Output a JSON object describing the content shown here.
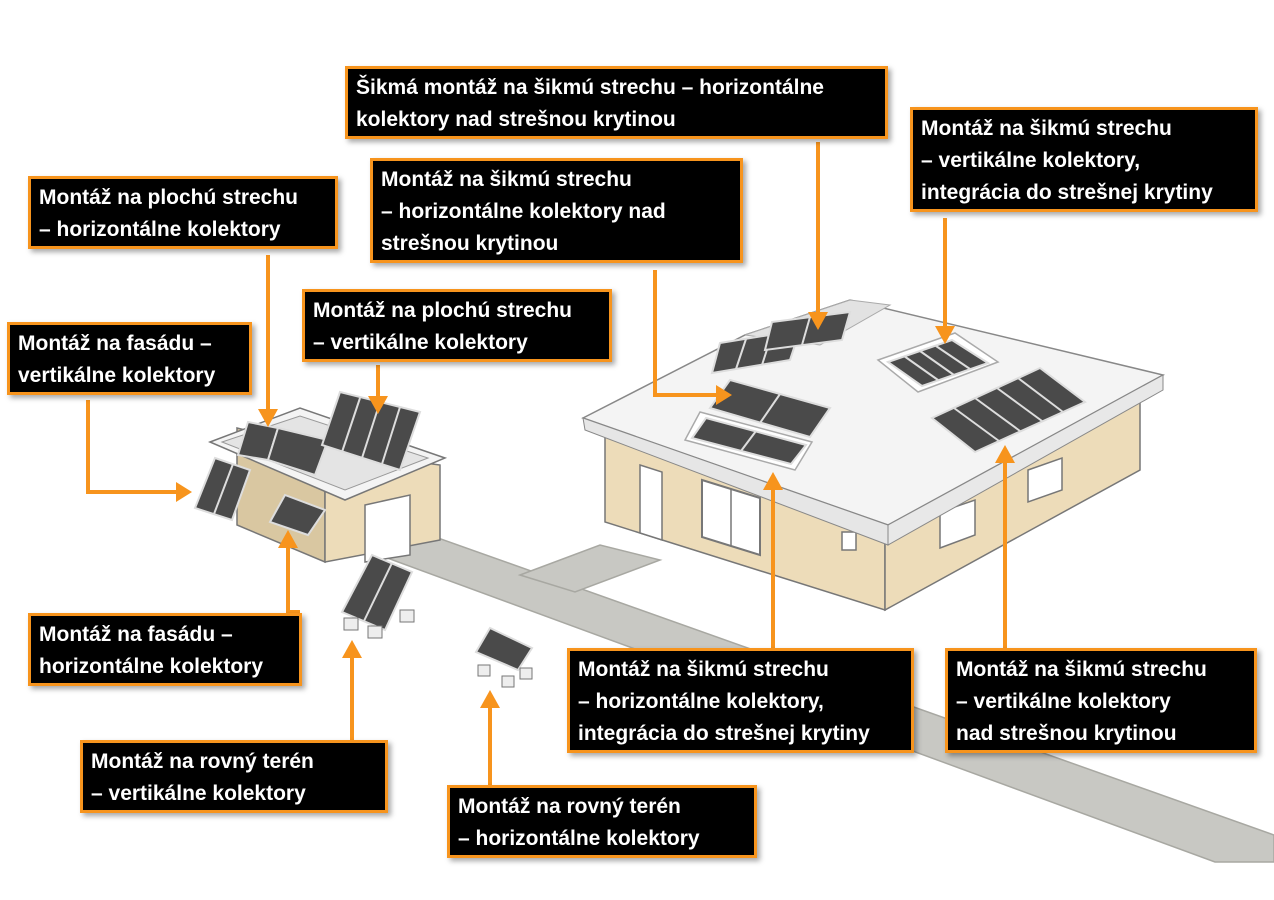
{
  "colors": {
    "accent": "#f7941d",
    "label_bg": "#000000",
    "label_text": "#ffffff",
    "path": "#c8c8c3",
    "wall": "#eddcb9",
    "roof": "#f0f0f0",
    "panel": "#4a4a4a"
  },
  "labels": [
    {
      "id": "slope-horizontal-above-top",
      "lines": [
        "Šikmá montáž na šikmú strechu – horizontálne",
        "kolektory nad strešnou krytinou"
      ]
    },
    {
      "id": "pitched-vertical-integration",
      "lines": [
        "Montáž na šikmú strechu",
        "– vertikálne kolektory,",
        "integrácia do strešnej krytiny"
      ]
    },
    {
      "id": "pitched-horizontal-above",
      "lines": [
        "Montáž na šikmú strechu",
        "– horizontálne kolektory nad",
        "strešnou krytinou"
      ]
    },
    {
      "id": "flat-horizontal",
      "lines": [
        "Montáž na plochú strechu",
        "– horizontálne kolektory"
      ]
    },
    {
      "id": "flat-vertical",
      "lines": [
        "Montáž na plochú strechu",
        "– vertikálne  kolektory"
      ]
    },
    {
      "id": "facade-vertical",
      "lines": [
        "Montáž na fasádu –",
        "vertikálne kolektory"
      ]
    },
    {
      "id": "facade-horizontal",
      "lines": [
        "Montáž na fasádu –",
        "horizontálne kolektory"
      ]
    },
    {
      "id": "ground-vertical",
      "lines": [
        "Montáž na rovný terén",
        "– vertikálne  kolektory"
      ]
    },
    {
      "id": "ground-horizontal",
      "lines": [
        "Montáž na rovný terén",
        "– horizontálne kolektory"
      ]
    },
    {
      "id": "pitched-horizontal-integration",
      "lines": [
        "Montáž na šikmú strechu",
        "– horizontálne kolektory,",
        "integrácia do strešnej krytiny"
      ]
    },
    {
      "id": "pitched-vertical-above",
      "lines": [
        "Montáž na šikmú strechu",
        "– vertikálne  kolektory",
        "nad strešnou krytinou"
      ]
    }
  ]
}
